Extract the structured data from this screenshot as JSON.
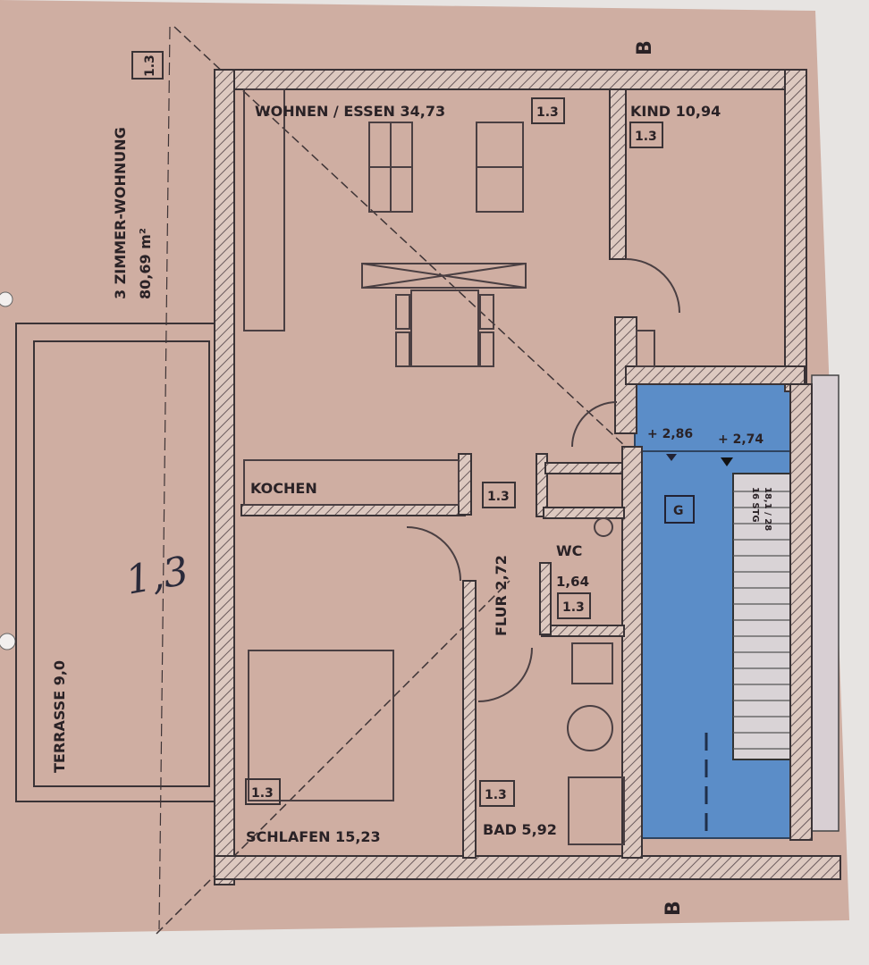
{
  "plan": {
    "section_marker_top": "B",
    "section_marker_bottom": "B",
    "apartment_title": "3 ZIMMER-WOHNUNG",
    "apartment_area": "80,69 m²",
    "apartment_tag": "1.3",
    "handwritten_note": "1,3",
    "rooms": {
      "wohnen": {
        "label": "WOHNEN / ESSEN 34,73",
        "tag": "1.3"
      },
      "kind": {
        "label": "KIND 10,94",
        "tag": "1.3"
      },
      "kochen": {
        "label": "KOCHEN"
      },
      "flur": {
        "label": "FLUR 2,72",
        "tag": "1.3"
      },
      "wc": {
        "label": "WC",
        "area": "1,64",
        "tag": "1.3"
      },
      "schlafen": {
        "label": "SCHLAFEN 15,23",
        "tag": "1.3"
      },
      "bad": {
        "label": "BAD 5,92",
        "tag": "1.3"
      },
      "terrasse": {
        "label": "TERRASSE 9,0"
      }
    },
    "stair_hall": {
      "level_1": "+ 2,86",
      "level_2": "+ 2,74",
      "tag": "G",
      "stair_label_1": "16 STG",
      "stair_label_2": "18,1 / 28",
      "color": "#5b8dc8"
    },
    "paper_color": "#cfaea2"
  }
}
